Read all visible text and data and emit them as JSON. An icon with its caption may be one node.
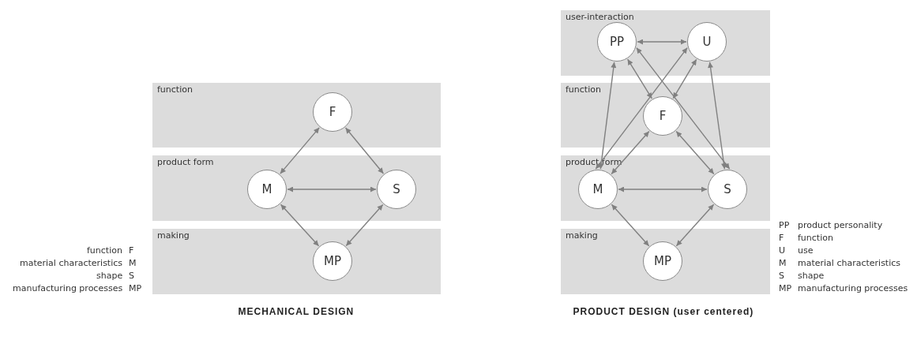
{
  "diagram": {
    "nodes": [
      {
        "text": [
          "function"
        ]
      },
      {
        "text": [
          "product form"
        ]
      },
      {
        "text": [
          "making"
        ]
      },
      {
        "text": [
          "F"
        ],
        "in": 0
      },
      {
        "text": [
          "M"
        ],
        "in": 1
      },
      {
        "text": [
          "S"
        ],
        "in": 1
      },
      {
        "text": [
          "MP"
        ],
        "in": 2
      },
      {
        "text": [
          "user-interaction"
        ]
      },
      {
        "text": [
          "function"
        ]
      },
      {
        "text": [
          "product form"
        ]
      },
      {
        "text": [
          "making"
        ]
      },
      {
        "text": [
          "PP"
        ],
        "in": 7
      },
      {
        "text": [
          "U"
        ],
        "in": 7
      },
      {
        "text": [
          "F"
        ],
        "in": 8
      },
      {
        "text": [
          "M"
        ],
        "in": 9
      },
      {
        "text": [
          "S"
        ],
        "in": 9
      },
      {
        "text": [
          "MP"
        ],
        "in": 10
      }
    ],
    "edges": [
      {
        "from": 3,
        "to": 4,
        "arrow": "both"
      },
      {
        "from": 3,
        "to": 5,
        "arrow": "both"
      },
      {
        "from": 4,
        "to": 5,
        "arrow": "both"
      },
      {
        "from": 4,
        "to": 6,
        "arrow": "both"
      },
      {
        "from": 5,
        "to": 6,
        "arrow": "both"
      },
      {
        "from": 11,
        "to": 12,
        "arrow": "both"
      },
      {
        "from": 11,
        "to": 13,
        "arrow": "both"
      },
      {
        "from": 12,
        "to": 13,
        "arrow": "both"
      },
      {
        "from": 11,
        "to": 14,
        "arrow": "both"
      },
      {
        "from": 12,
        "to": 14,
        "arrow": "both"
      },
      {
        "from": 11,
        "to": 15,
        "arrow": "both"
      },
      {
        "from": 12,
        "to": 15,
        "arrow": "both"
      },
      {
        "from": 13,
        "to": 14,
        "arrow": "both"
      },
      {
        "from": 13,
        "to": 15,
        "arrow": "both"
      },
      {
        "from": 14,
        "to": 15,
        "arrow": "both"
      },
      {
        "from": 14,
        "to": 16,
        "arrow": "both"
      },
      {
        "from": 15,
        "to": 16,
        "arrow": "both"
      }
    ],
    "labels": [
      "function",
      "F",
      "material characteristics",
      "M",
      "shape",
      "S",
      "manufacturing processes",
      "MP",
      "PP",
      "product personality",
      "F",
      "function",
      "U",
      "use",
      "M",
      "material characteristics",
      "S",
      "shape",
      "MP",
      "manufacturing processes",
      "MECHANICAL DESIGN",
      "PRODUCT DESIGN (user centered)"
    ]
  }
}
